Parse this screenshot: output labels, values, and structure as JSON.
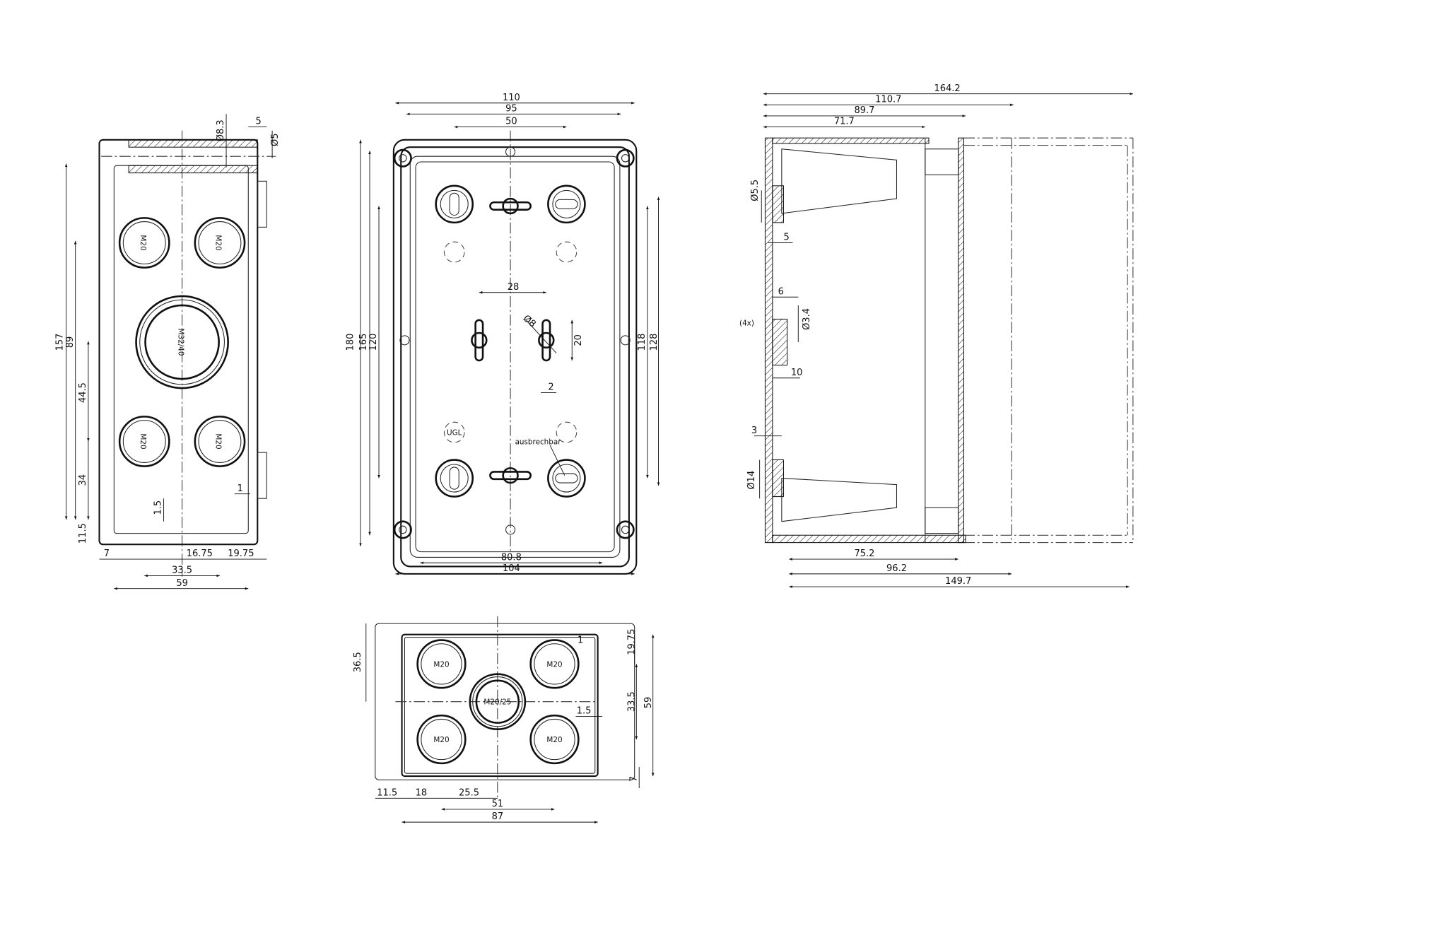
{
  "left_view": {
    "dims": {
      "d8_3": "Ø8.3",
      "d5": "Ø5",
      "w5": "5",
      "h157": "157",
      "h89": "89",
      "h44_5": "44.5",
      "h34": "34",
      "h11_5": "11.5",
      "h1_5": "1.5",
      "h1": "1",
      "w7": "7",
      "w16_75": "16.75",
      "w19_75": "19.75",
      "w33_5": "33.5",
      "w59": "59"
    },
    "glands": [
      "M20",
      "M20",
      "M32/40",
      "M20",
      "M20"
    ]
  },
  "front_view": {
    "dims": {
      "w110": "110",
      "w95": "95",
      "w50": "50",
      "w28": "28",
      "d8": "Ø8",
      "h20": "20",
      "w2": "2",
      "h180": "180",
      "h165": "165",
      "h120": "120",
      "h118": "118",
      "h128": "128",
      "w80_8": "80.8",
      "w104": "104"
    },
    "note": "ausbrechbar",
    "marking": "UGL"
  },
  "side_view": {
    "dims": {
      "w164_2": "164.2",
      "w110_7": "110.7",
      "w89_7": "89.7",
      "w71_7": "71.7",
      "d5_5": "Ø5.5",
      "w5": "5",
      "w6": "6",
      "d3_4": "Ø3.4",
      "qty": "(4x)",
      "w10": "10",
      "w3": "3",
      "d14": "Ø14",
      "w75_2": "75.2",
      "w96_2": "96.2",
      "w149_7": "149.7"
    }
  },
  "bottom_view": {
    "dims": {
      "h36_5": "36.5",
      "h19_75": "19.75",
      "h1": "1",
      "h33_5": "33.5",
      "h59": "59",
      "h1_5": "1.5",
      "h7": "7",
      "w11_5": "11.5",
      "w18": "18",
      "w25_5": "25.5",
      "w51": "51",
      "w87": "87"
    },
    "glands": [
      "M20",
      "M20",
      "M20/25",
      "M20",
      "M20"
    ]
  }
}
